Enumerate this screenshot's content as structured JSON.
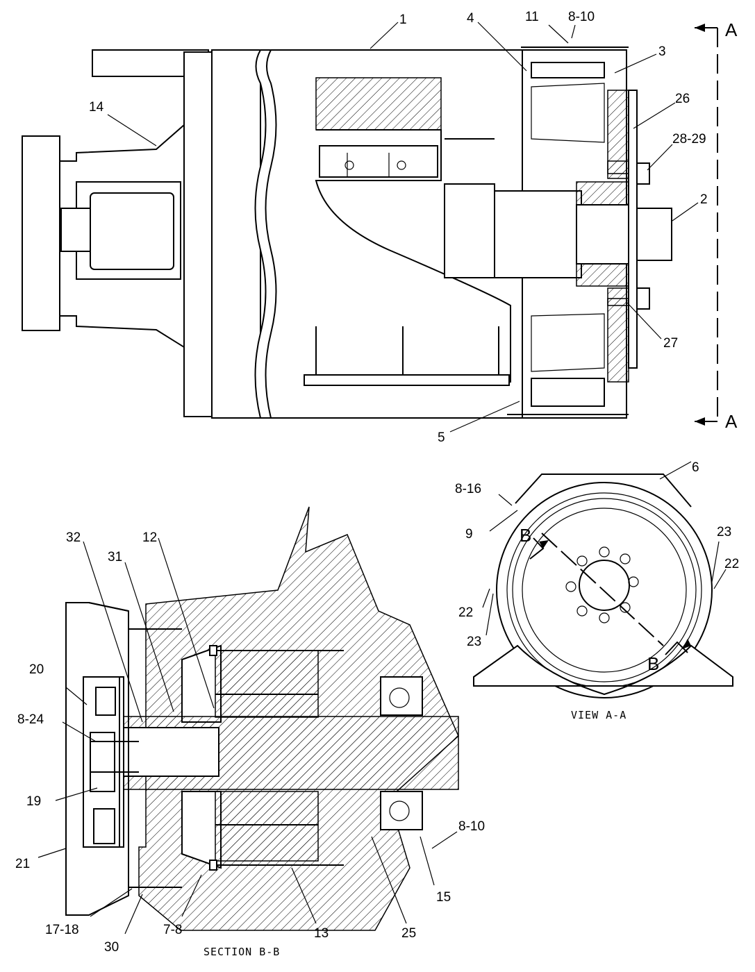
{
  "section_marker": "A",
  "section_marker_b": "B",
  "views": {
    "view_aa_caption": "VIEW A-A",
    "section_bb_caption": "SECTION B-B"
  },
  "callouts": {
    "top": [
      "1",
      "4",
      "11",
      "8-10",
      "3",
      "26",
      "28-29",
      "2",
      "27",
      "14",
      "5"
    ],
    "view_aa": [
      "6",
      "8-16",
      "9",
      "23",
      "22",
      "22",
      "23"
    ],
    "section_bb": [
      "32",
      "31",
      "12",
      "20",
      "8-24",
      "19",
      "21",
      "17-18",
      "30",
      "7-8",
      "13",
      "25",
      "15",
      "8-10"
    ]
  }
}
